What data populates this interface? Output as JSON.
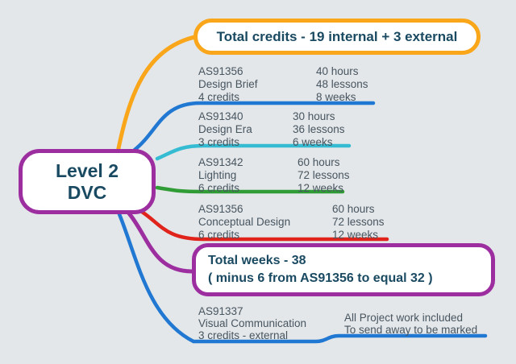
{
  "colors": {
    "background": "#E4E7E9",
    "orange": "#F9A61A",
    "purple": "#9C2EA0",
    "blue": "#2178D2",
    "cyan": "#35BCD3",
    "green": "#2F9C35",
    "red": "#E0241B",
    "heading_text": "#1A4A61",
    "body_text": "#475560"
  },
  "root_node": {
    "line1": "Level 2",
    "line2": "DVC"
  },
  "summary": {
    "total_credits": "Total credits - 19 internal + 3 external",
    "total_weeks_line1": "Total weeks - 38",
    "total_weeks_line2": "( minus 6 from AS91356 to equal 32 )"
  },
  "courses": [
    {
      "code": "AS91356",
      "name": "Design Brief",
      "credits": "4 credits",
      "hours": "40 hours",
      "lessons": "48 lessons",
      "weeks": "8 weeks"
    },
    {
      "code": "AS91340",
      "name": "Design Era",
      "credits": "3 credits",
      "hours": "30 hours",
      "lessons": "36 lessons",
      "weeks": "6 weeks"
    },
    {
      "code": "AS91342",
      "name": "Lighting",
      "credits": "6 credits",
      "hours": "60 hours",
      "lessons": "72 lessons",
      "weeks": "12 weeks"
    },
    {
      "code": "AS91356",
      "name": "Conceptual Design",
      "credits": "6 credits",
      "hours": "60 hours",
      "lessons": "72 lessons",
      "weeks": "12 weeks"
    }
  ],
  "external_course": {
    "code": "AS91337",
    "name": "Visual Communication",
    "credits": "3 credits - external",
    "note1": "All Project work included",
    "note2": "To send away to be marked"
  }
}
